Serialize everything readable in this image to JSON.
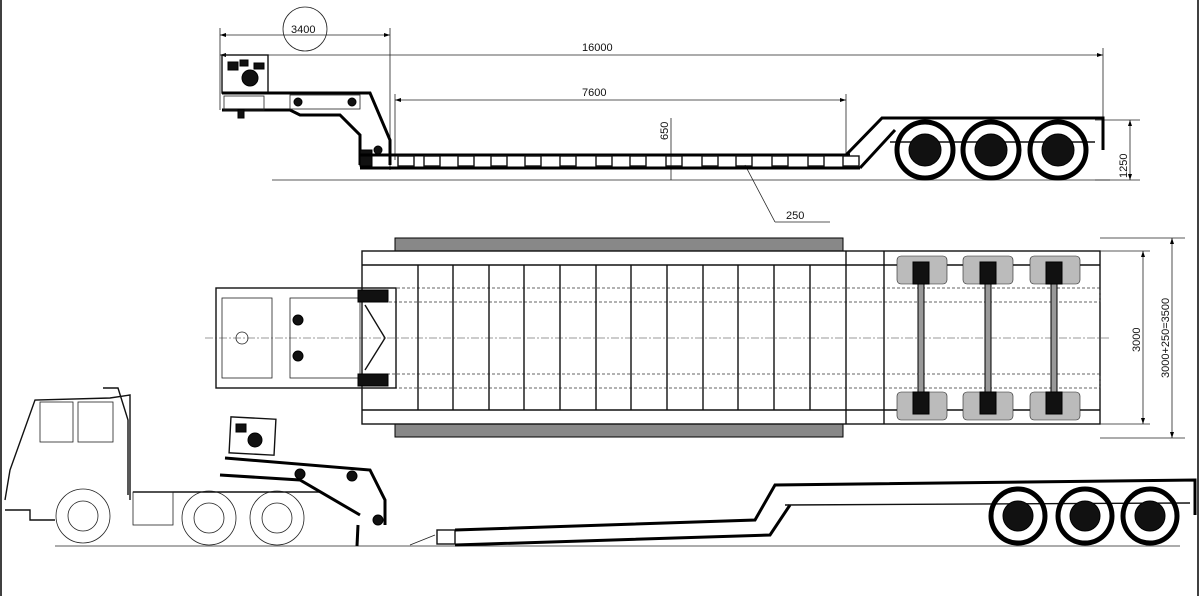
{
  "drawing": {
    "title": "3-axle lowbed semi-trailer general arrangement",
    "views": [
      "side-view",
      "top-view",
      "tractor-coupled-side-view"
    ]
  },
  "dimensions": {
    "gooseneck_length": "3400",
    "overall_length": "16000",
    "deck_length": "7600",
    "deck_height": "650",
    "rear_height": "1250",
    "outrigger_extension": "250",
    "deck_width": "3000",
    "extended_width": "3000+250=3500"
  },
  "side_view": {
    "outrigger_count": 13,
    "axle_count": 3
  },
  "top_view": {
    "crossmember_count": 13,
    "axle_count": 3,
    "tires_per_axle_side": 2
  },
  "tractor_view": {
    "tractor_axles": 3,
    "trailer_axles": 3
  },
  "colors": {
    "line": "#000000",
    "background": "#ffffff"
  }
}
